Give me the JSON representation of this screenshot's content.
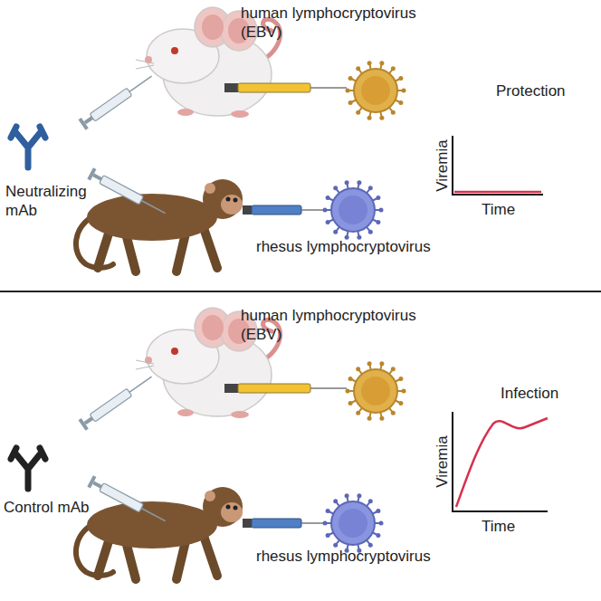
{
  "diagram": {
    "labels": [
      "human lymphocryptovirus (EBV)",
      "Neutralizing mAb",
      "rhesus lymphocryptovirus",
      "Protection",
      "Viremia",
      "Time",
      "human lymphocryptovirus (EBV)",
      "Control mAb",
      "rhesus lymphocryptovirus",
      "Infection",
      "Viremia",
      "Time"
    ]
  }
}
